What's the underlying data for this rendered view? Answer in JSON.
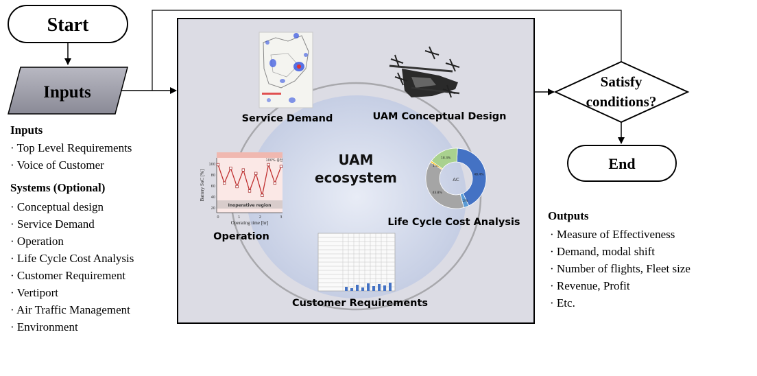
{
  "flow": {
    "start": "Start",
    "inputs": "Inputs",
    "decision_line1": "Satisfy",
    "decision_line2": "conditions?",
    "end": "End"
  },
  "ecosystem": {
    "title_line1": "UAM",
    "title_line2": "ecosystem",
    "service_demand": "Service Demand",
    "conceptual_design": "UAM Conceptual Design",
    "operation": "Operation",
    "lcca": "Life Cycle Cost Analysis",
    "customer_requirements": "Customer Requirements"
  },
  "inputs_panel": {
    "title": "Inputs",
    "items": [
      "· Top Level Requirements",
      "· Voice of Customer"
    ]
  },
  "systems_panel": {
    "title": "Systems (Optional)",
    "items": [
      "· Conceptual design",
      "· Service Demand",
      "· Operation",
      "· Life Cycle Cost Analysis",
      "· Customer Requirement",
      "· Vertiport",
      "· Air Traffic Management",
      "· Environment"
    ]
  },
  "outputs_panel": {
    "title": "Outputs",
    "items": [
      "· Measure of Effectiveness",
      "· Demand,  modal shift",
      "· Number of flights, Fleet size",
      "· Revenue, Profit",
      "· Etc."
    ]
  },
  "operation_chart": {
    "ylabel": "Battery SoC [%]",
    "xlabel": "Operating time [hr]",
    "region": "Inoperative region",
    "yticks": [
      "100",
      "80",
      "60",
      "40",
      "20"
    ],
    "xticks": [
      "0",
      "1",
      "2",
      "3"
    ],
    "annotation": "100% 충전",
    "series": [
      100,
      58,
      92,
      50,
      88,
      40,
      80,
      30,
      100,
      58,
      96
    ]
  },
  "lcca_donut": {
    "center": "AC",
    "slices": [
      {
        "label": "48.4%",
        "value": 48.4,
        "color": "#4472c4"
      },
      {
        "label": "3.2%",
        "value": 3.2,
        "color": "#5b9bd5"
      },
      {
        "label": "43.8%",
        "value": 43.8,
        "color": "#a5a5a5"
      },
      {
        "label": "1.0%",
        "value": 1.0,
        "color": "#ffc000"
      },
      {
        "label": "18.3%",
        "value": 18.3,
        "color": "#a9d18e"
      }
    ]
  },
  "colors": {
    "ecosystem_bg": "#dcdce4",
    "ellipse": "#c8d0e4",
    "input_box": "#9a9aa6"
  }
}
